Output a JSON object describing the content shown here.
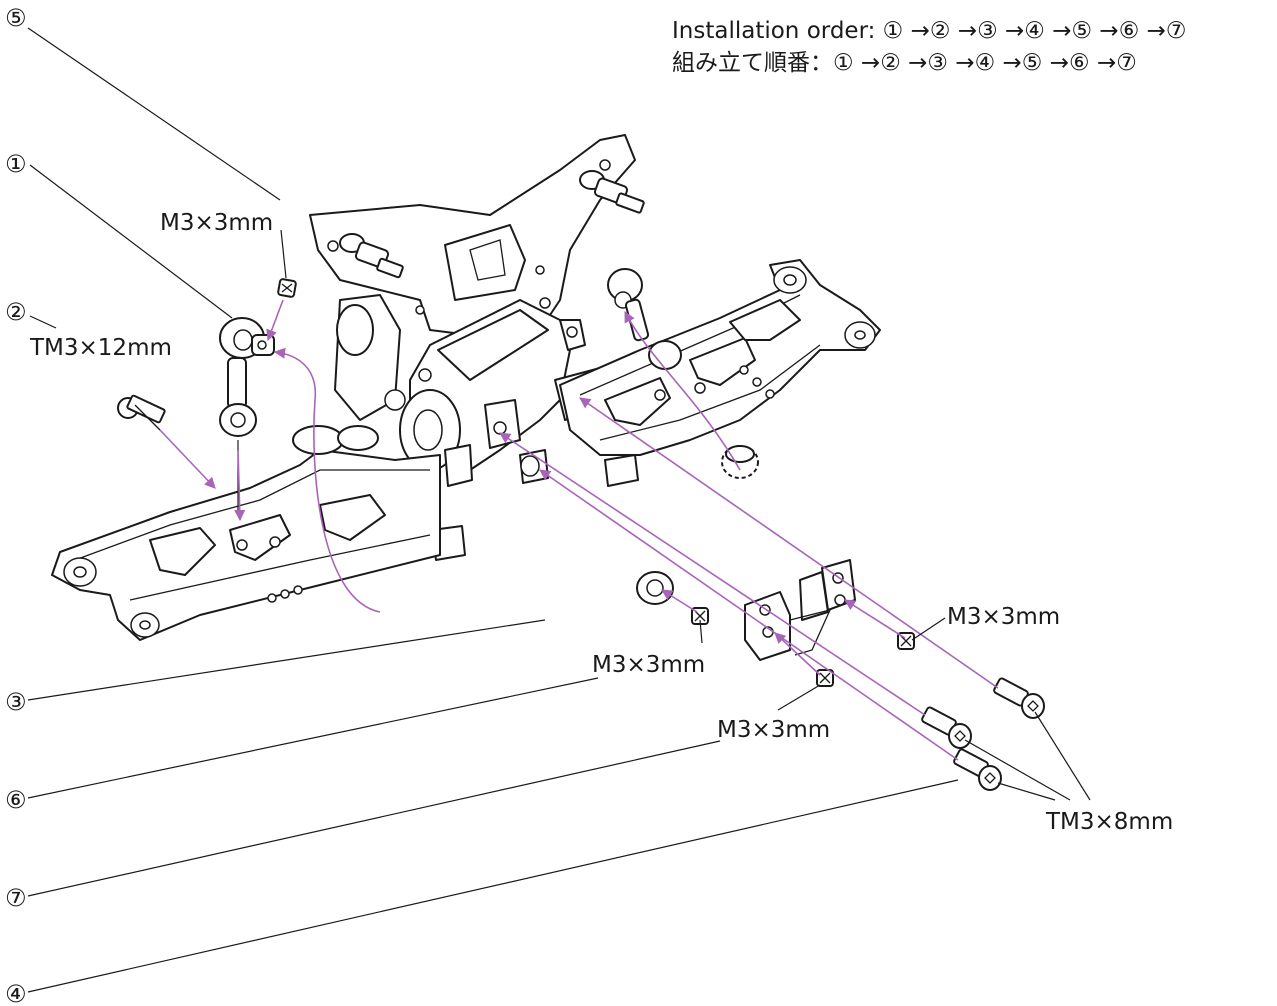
{
  "header": {
    "line_en": "Installation order: ① →② →③ →④ →⑤ →⑥ →⑦",
    "line_ja": "組み立て順番：① →② →③ →④ →⑤ →⑥ →⑦"
  },
  "steps": {
    "s1": "①",
    "s2": "②",
    "s3": "③",
    "s4": "④",
    "s5": "⑤",
    "s6": "⑥",
    "s7": "⑦"
  },
  "labels": {
    "screw_m3x3_top": "M3×3mm",
    "screw_tm3x12": "TM3×12mm",
    "screw_m3x3_right": "M3×3mm",
    "screw_m3x3_mid": "M3×3mm",
    "screw_m3x3_low": "M3×3mm",
    "screw_tm3x8": "TM3×8mm"
  },
  "colors": {
    "arrow": "#a865b8",
    "line": "#1a1a1a"
  }
}
